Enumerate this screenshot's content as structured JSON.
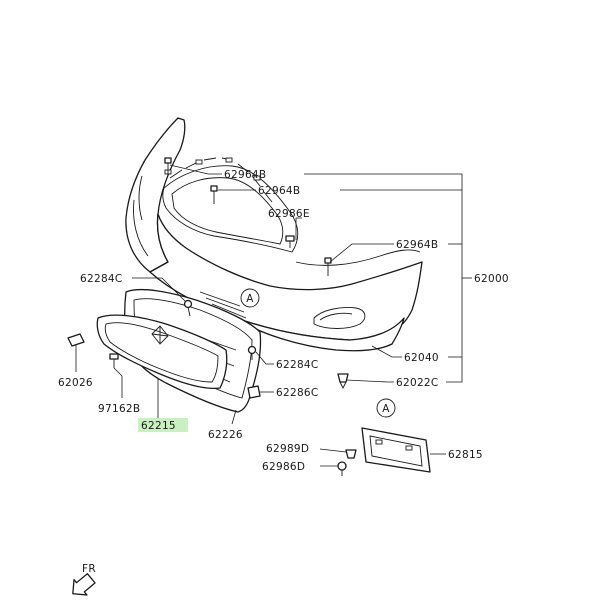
{
  "labels": {
    "p62964b_1": "62964B",
    "p62964b_2": "62964B",
    "p62986e": "62986E",
    "p62964b_3": "62964B",
    "p62000": "62000",
    "p62284c_1": "62284C",
    "p62284c_2": "62284C",
    "p62040": "62040",
    "p62022c": "62022C",
    "p62286c": "62286C",
    "p62026": "62026",
    "p97162b": "97162B",
    "p62215": "62215",
    "p62226": "62226",
    "p62989d": "62989D",
    "p62986d": "62986D",
    "p62815": "62815",
    "ref_a": "A",
    "fr": "FR"
  },
  "highlight": {
    "part": "62215",
    "color": "#c8f0c0"
  }
}
